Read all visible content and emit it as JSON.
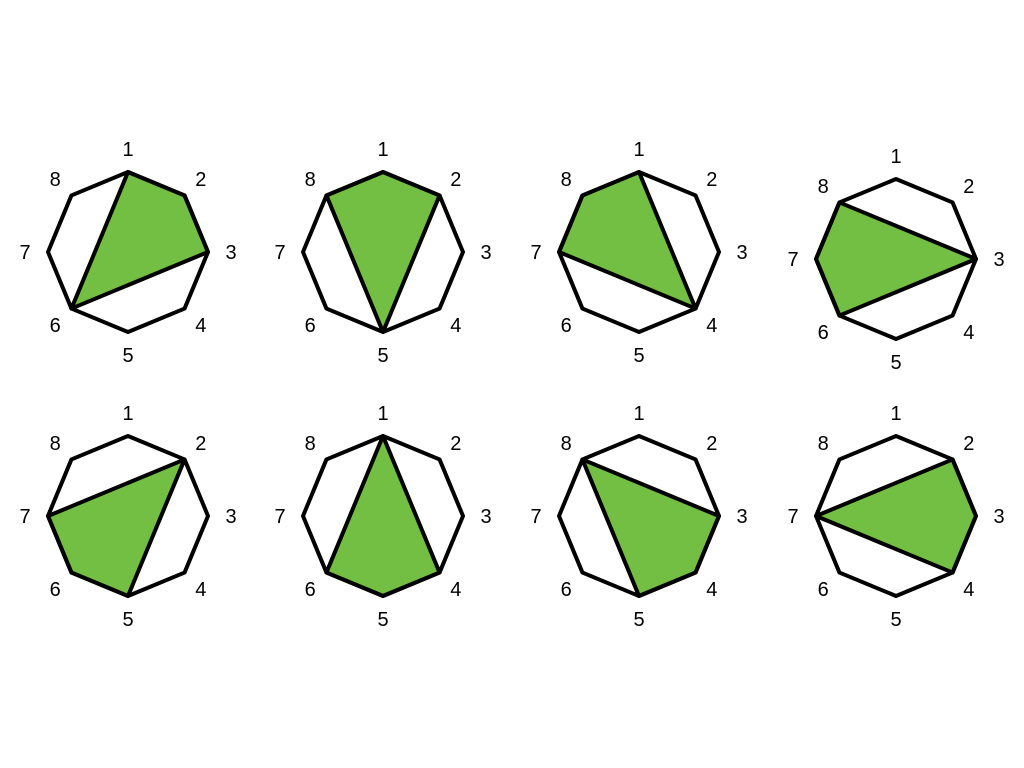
{
  "colors": {
    "fill": "#72bf44",
    "stroke": "#000000",
    "background": "#ffffff"
  },
  "vertex_labels": [
    "1",
    "2",
    "3",
    "4",
    "5",
    "6",
    "7",
    "8"
  ],
  "diagrams": [
    {
      "region": [
        1,
        2,
        3,
        6
      ]
    },
    {
      "region": [
        1,
        2,
        5,
        8
      ]
    },
    {
      "region": [
        1,
        4,
        7,
        8
      ]
    },
    {
      "region": [
        3,
        6,
        7,
        8
      ]
    },
    {
      "region": [
        2,
        5,
        6,
        7
      ]
    },
    {
      "region": [
        1,
        4,
        5,
        6
      ]
    },
    {
      "region": [
        3,
        4,
        5,
        8
      ]
    },
    {
      "region": [
        2,
        3,
        4,
        7
      ]
    }
  ]
}
